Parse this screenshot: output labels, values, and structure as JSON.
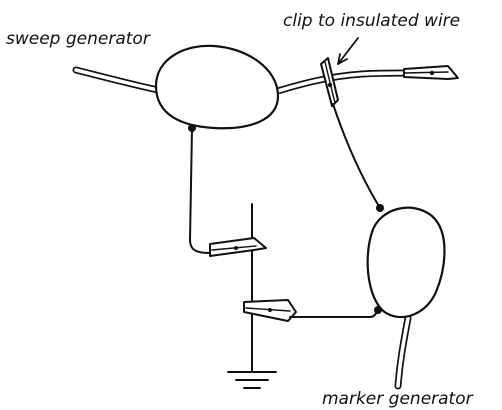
{
  "labels": {
    "sweep_generator": "sweep generator",
    "clip_to_insulated_wire": "clip to insulated wire",
    "marker_generator": "marker generator"
  },
  "colors": {
    "ink": "#111111",
    "background": "#ffffff"
  }
}
